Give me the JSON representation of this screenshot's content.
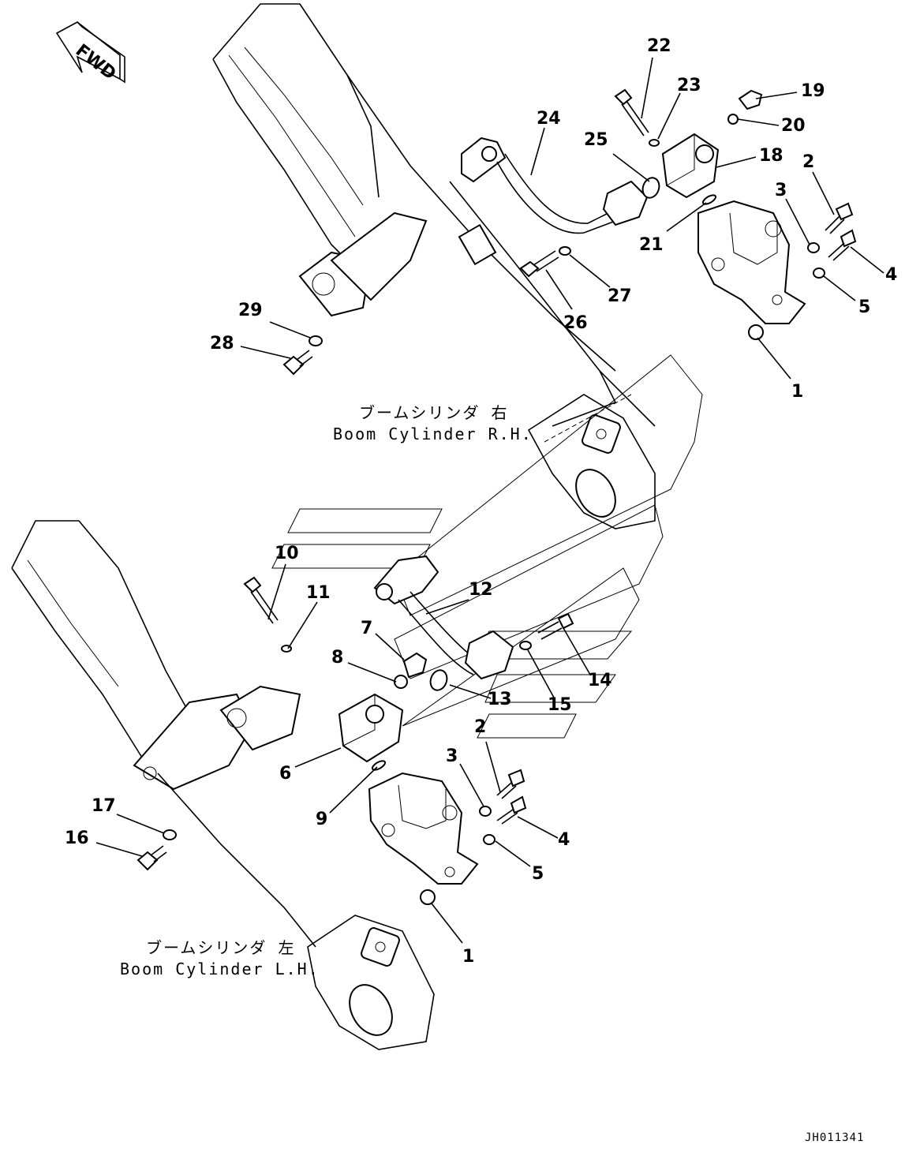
{
  "fwd_label": "FWD",
  "drawing_code": "JH011341",
  "captions": {
    "rh_jp": "ブームシリンダ 右",
    "rh_en": "Boom Cylinder R.H.",
    "lh_jp": "ブームシリンダ 左",
    "lh_en": "Boom Cylinder L.H."
  },
  "callouts": {
    "c1a": "1",
    "c1b": "1",
    "c2a": "2",
    "c2b": "2",
    "c3a": "3",
    "c3b": "3",
    "c4a": "4",
    "c4b": "4",
    "c5a": "5",
    "c5b": "5",
    "c6": "6",
    "c7": "7",
    "c8": "8",
    "c9": "9",
    "c10": "10",
    "c11": "11",
    "c12": "12",
    "c13": "13",
    "c14": "14",
    "c15": "15",
    "c16": "16",
    "c17": "17",
    "c18": "18",
    "c19": "19",
    "c20": "20",
    "c21": "21",
    "c22": "22",
    "c23": "23",
    "c24": "24",
    "c25": "25",
    "c26": "26",
    "c27": "27",
    "c28": "28",
    "c29": "29"
  }
}
